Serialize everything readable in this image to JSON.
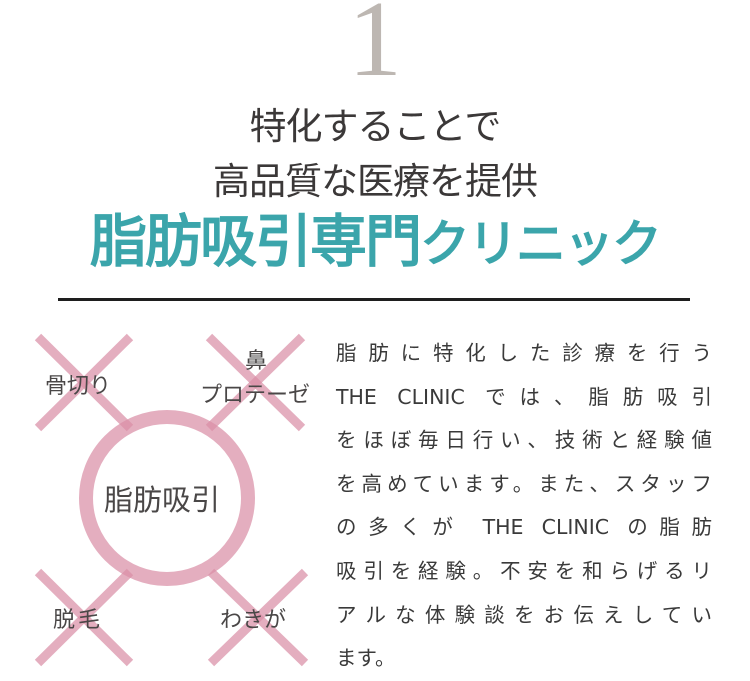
{
  "number": "1",
  "headline": {
    "line1": "特化することで",
    "line2": "高品質な医療を提供",
    "main_kanji": "脂肪吸引専門",
    "main_kana": "クリニック"
  },
  "diagram": {
    "center_label": "脂肪吸引",
    "crossed_items": [
      "骨切り",
      "鼻",
      "プロテーゼ",
      "脱毛",
      "わきが"
    ],
    "colors": {
      "pink": "#d98fa6",
      "teal": "#3ba5ab"
    }
  },
  "paragraph_lines": [
    "脂肪に特化した診療を行う",
    "THE CLINIC では、脂肪吸引",
    "をほぼ毎日行い、技術と経験値",
    "を高めています。また、スタッフ",
    "の多くが THE CLINIC の脂肪",
    "吸引を経験。不安を和らげるリ",
    "アルな体験談をお伝えしてい",
    "ます。"
  ]
}
